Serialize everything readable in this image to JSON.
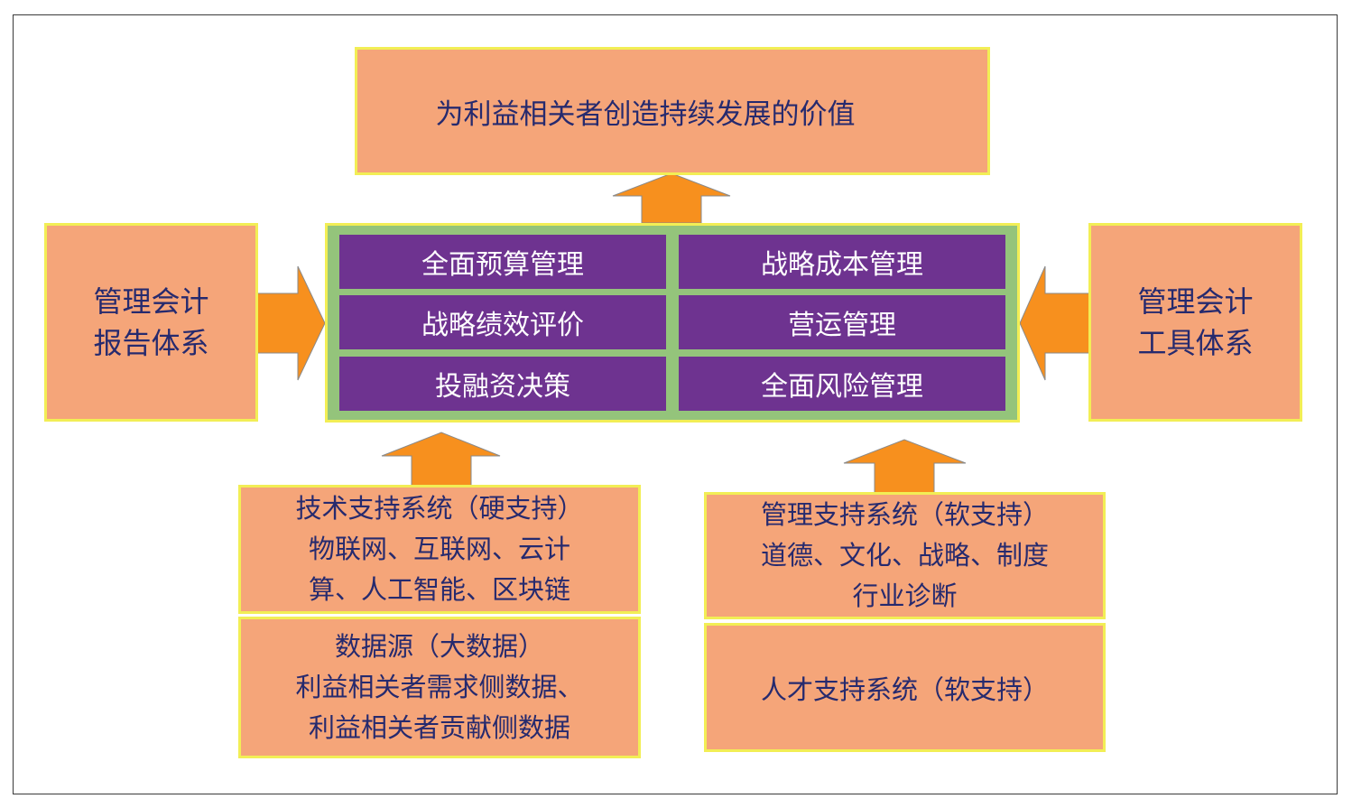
{
  "top_goal": "为利益相关者创造持续发展的价值",
  "left_box": "管理会计\n报告体系",
  "right_box": "管理会计\n工具体系",
  "center_cells": [
    "全面预算管理",
    "战略成本管理",
    "战略绩效评价",
    "营运管理",
    "投融资决策",
    "全面风险管理"
  ],
  "tech_support": "技术支持系统（硬支持）\n物联网、互联网、云计\n算、人工智能、区块链",
  "data_source": "数据源（大数据）\n利益相关者需求侧数据、\n利益相关者贡献侧数据",
  "mgmt_support": "管理支持系统（软支持）\n道德、文化、战略、制度\n行业诊断",
  "talent_support": "人才支持系统（软支持）",
  "colors": {
    "box_fill": "#f5a579",
    "box_border": "#f2ee55",
    "text_dark": "#262a6e",
    "cell_fill": "#6e3390",
    "center_border": "#94c47b",
    "arrow": "#f7901e"
  }
}
